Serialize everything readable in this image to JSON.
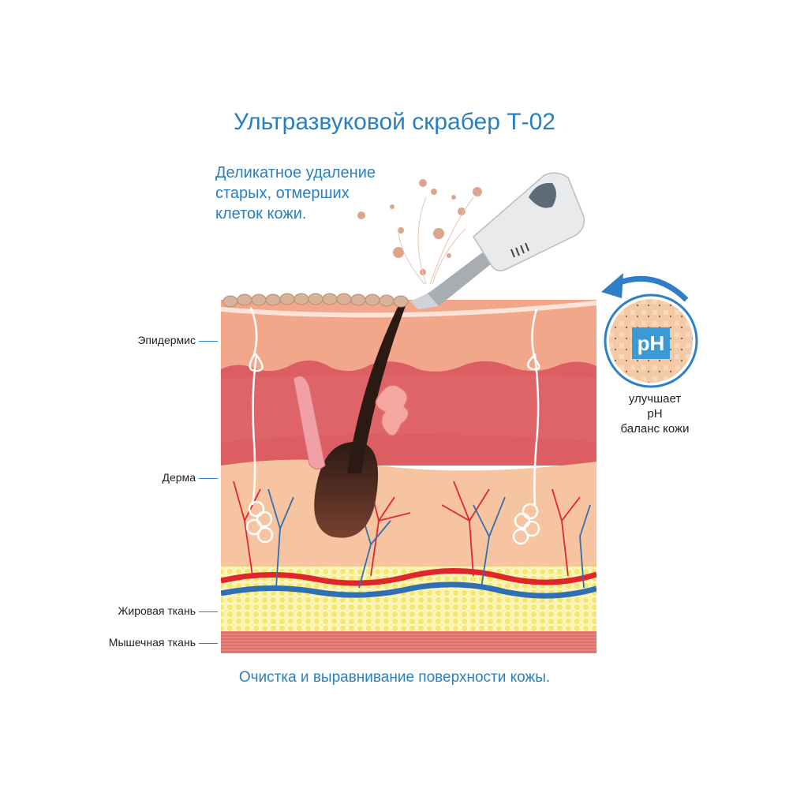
{
  "title": "Ультразвуковой скрабер Т-02",
  "subtitle": [
    "Деликатное удаление",
    "старых, отмерших",
    "клеток кожи."
  ],
  "labels": {
    "epidermis": "Эпидермис",
    "dermis": "Дерма",
    "fat": "Жировая ткань",
    "muscle": "Мышечная ткань"
  },
  "ph": {
    "badge": "pH",
    "caption": [
      "улучшает",
      "pH",
      "баланс кожи"
    ]
  },
  "footer": "Очистка и выравнивание поверхности кожы.",
  "colors": {
    "text_blue": "#2a7fc1",
    "epidermis": "#f2a68a",
    "dermis": "#dc5d62",
    "deep_dermis": "#f6c4a0",
    "fat": "#f7ee8c",
    "muscle": "#e27a72",
    "artery": "#e0262d",
    "vein": "#2f6fb3"
  }
}
